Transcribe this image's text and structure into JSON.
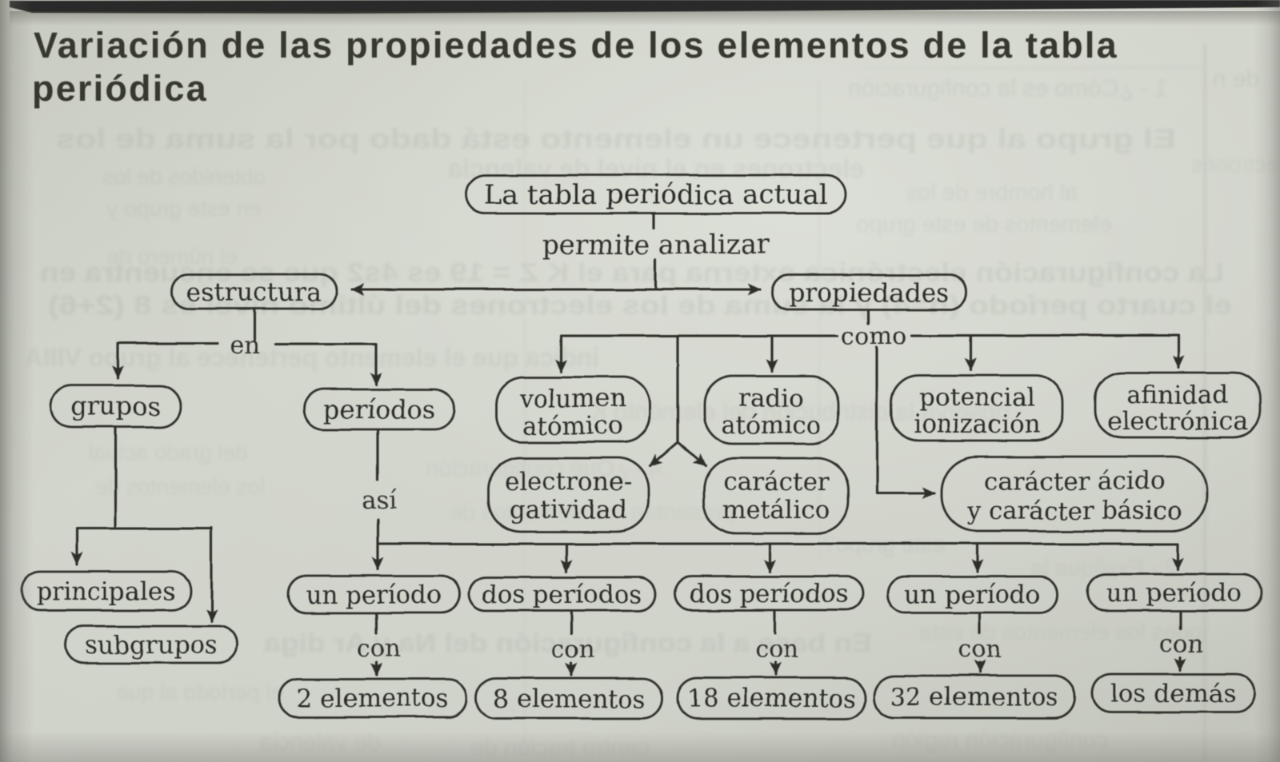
{
  "page": {
    "title_line1": "Variación de las propiedades de los elementos de la tabla",
    "title_line2": "periódica"
  },
  "diagram": {
    "nodes": {
      "root": "La tabla periódica actual",
      "estructura": "estructura",
      "propiedades": "propiedades",
      "grupos": "grupos",
      "periodos": "períodos",
      "principales": "principales",
      "subgrupos": "subgrupos",
      "volumen_atomico": {
        "l1": "volumen",
        "l2": "atómico"
      },
      "radio_atomico": {
        "l1": "radio",
        "l2": "atómico"
      },
      "potencial_ionizacion": {
        "l1": "potencial",
        "l2": "ionización"
      },
      "afinidad_electronica": {
        "l1": "afinidad",
        "l2": "electrónica"
      },
      "electronegatividad": {
        "l1": "electrone-",
        "l2": "gatividad"
      },
      "caracter_metalico": {
        "l1": "carácter",
        "l2": "metálico"
      },
      "caracter_acido_basico": {
        "l1": "carácter ácido",
        "l2": "y carácter básico"
      },
      "un_periodo_1": "un período",
      "dos_periodos_1": "dos períodos",
      "dos_periodos_2": "dos períodos",
      "un_periodo_2": "un período",
      "un_periodo_3": "un período",
      "elementos_2": "2 elementos",
      "elementos_8": "8 elementos",
      "elementos_18": "18 elementos",
      "elementos_32": "32 elementos",
      "los_demas": "los demás"
    },
    "connector_labels": {
      "permite": "permite analizar",
      "en": "en",
      "como": "como",
      "asi": "así",
      "con": "con"
    }
  },
  "colors": {
    "paper": "#dcded5",
    "ink": "#1d1d18",
    "title_ink": "#26251f",
    "scan_band": "#181813"
  },
  "ghost": {
    "lines": [
      "El grupo al que pertenece un elemento está dado por la suma de los",
      "electrones en el nivel de valencia",
      "1 - ¿Cómo es la configuración",
      "de n",
      "al hombre de los",
      "elementos de este grupo",
      "obtenidos de los",
      "en este grupo y",
      "el número de",
      "La configuración electrónica externa para el K Z = 19 es 4s2 que se encuentra en",
      "el cuarto período (n=4) y la suma de los electrones del último nivel es 8 (2+6)",
      "indica que el elemento pertenece al grupo VIIIA",
      "observa la distribución del elemento K",
      "del grado actual",
      "los elementos de",
      "4 - ¿Qué configuración",
      "presentan los elementos de",
      "este grupo?",
      "2 - Explique la",
      "En base a la configuración del Na y Ar diga",
      "todos los elementos de este",
      "el período al que",
      "de valencia",
      "centro tración de",
      "configuración región",
      "electrones"
    ]
  }
}
